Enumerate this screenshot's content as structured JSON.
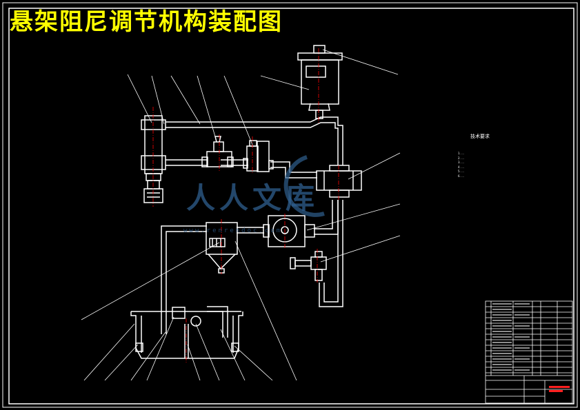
{
  "title": "悬架阻尼调节机构装配图",
  "tech_requirements": {
    "title": "技术要求",
    "notes": [
      "1. ...",
      "2. ...",
      "3. ...",
      "4. ...",
      "5. ...",
      "6. ..."
    ]
  },
  "watermark": {
    "text": "人人文库",
    "subtext": "www.renrendoc.com"
  },
  "colors": {
    "background": "#000000",
    "lines": "#ffffff",
    "title": "#ffff00",
    "centerline": "#ff0000",
    "watermark": "#2f5f8f"
  }
}
